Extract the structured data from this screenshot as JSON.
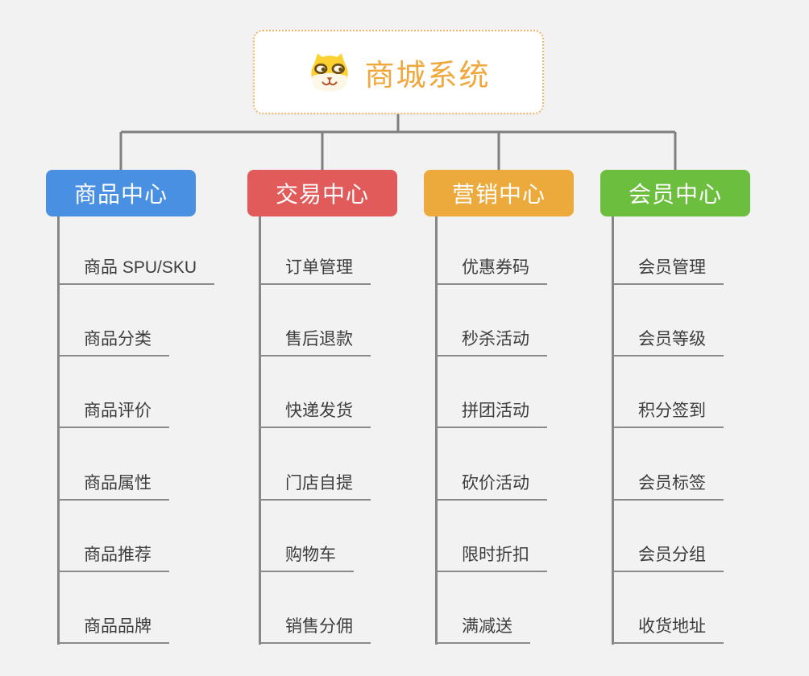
{
  "root": {
    "title": "商城系统",
    "icon": "shiba-dog-icon",
    "title_color": "#f0a73c",
    "border_color": "#efb468"
  },
  "connector_color": "#7f7f7f",
  "background_color": "#f2f2f2",
  "branches": [
    {
      "label": "商品中心",
      "color": "#4a90e2",
      "children": [
        "商品 SPU/SKU",
        "商品分类",
        "商品评价",
        "商品属性",
        "商品推荐",
        "商品品牌"
      ]
    },
    {
      "label": "交易中心",
      "color": "#e25b5b",
      "children": [
        "订单管理",
        "售后退款",
        "快递发货",
        "门店自提",
        "购物车",
        "销售分佣"
      ]
    },
    {
      "label": "营销中心",
      "color": "#edaa3c",
      "children": [
        "优惠券码",
        "秒杀活动",
        "拼团活动",
        "砍价活动",
        "限时折扣",
        "满减送"
      ]
    },
    {
      "label": "会员中心",
      "color": "#6cbe3e",
      "children": [
        "会员管理",
        "会员等级",
        "积分签到",
        "会员标签",
        "会员分组",
        "收货地址"
      ]
    }
  ]
}
